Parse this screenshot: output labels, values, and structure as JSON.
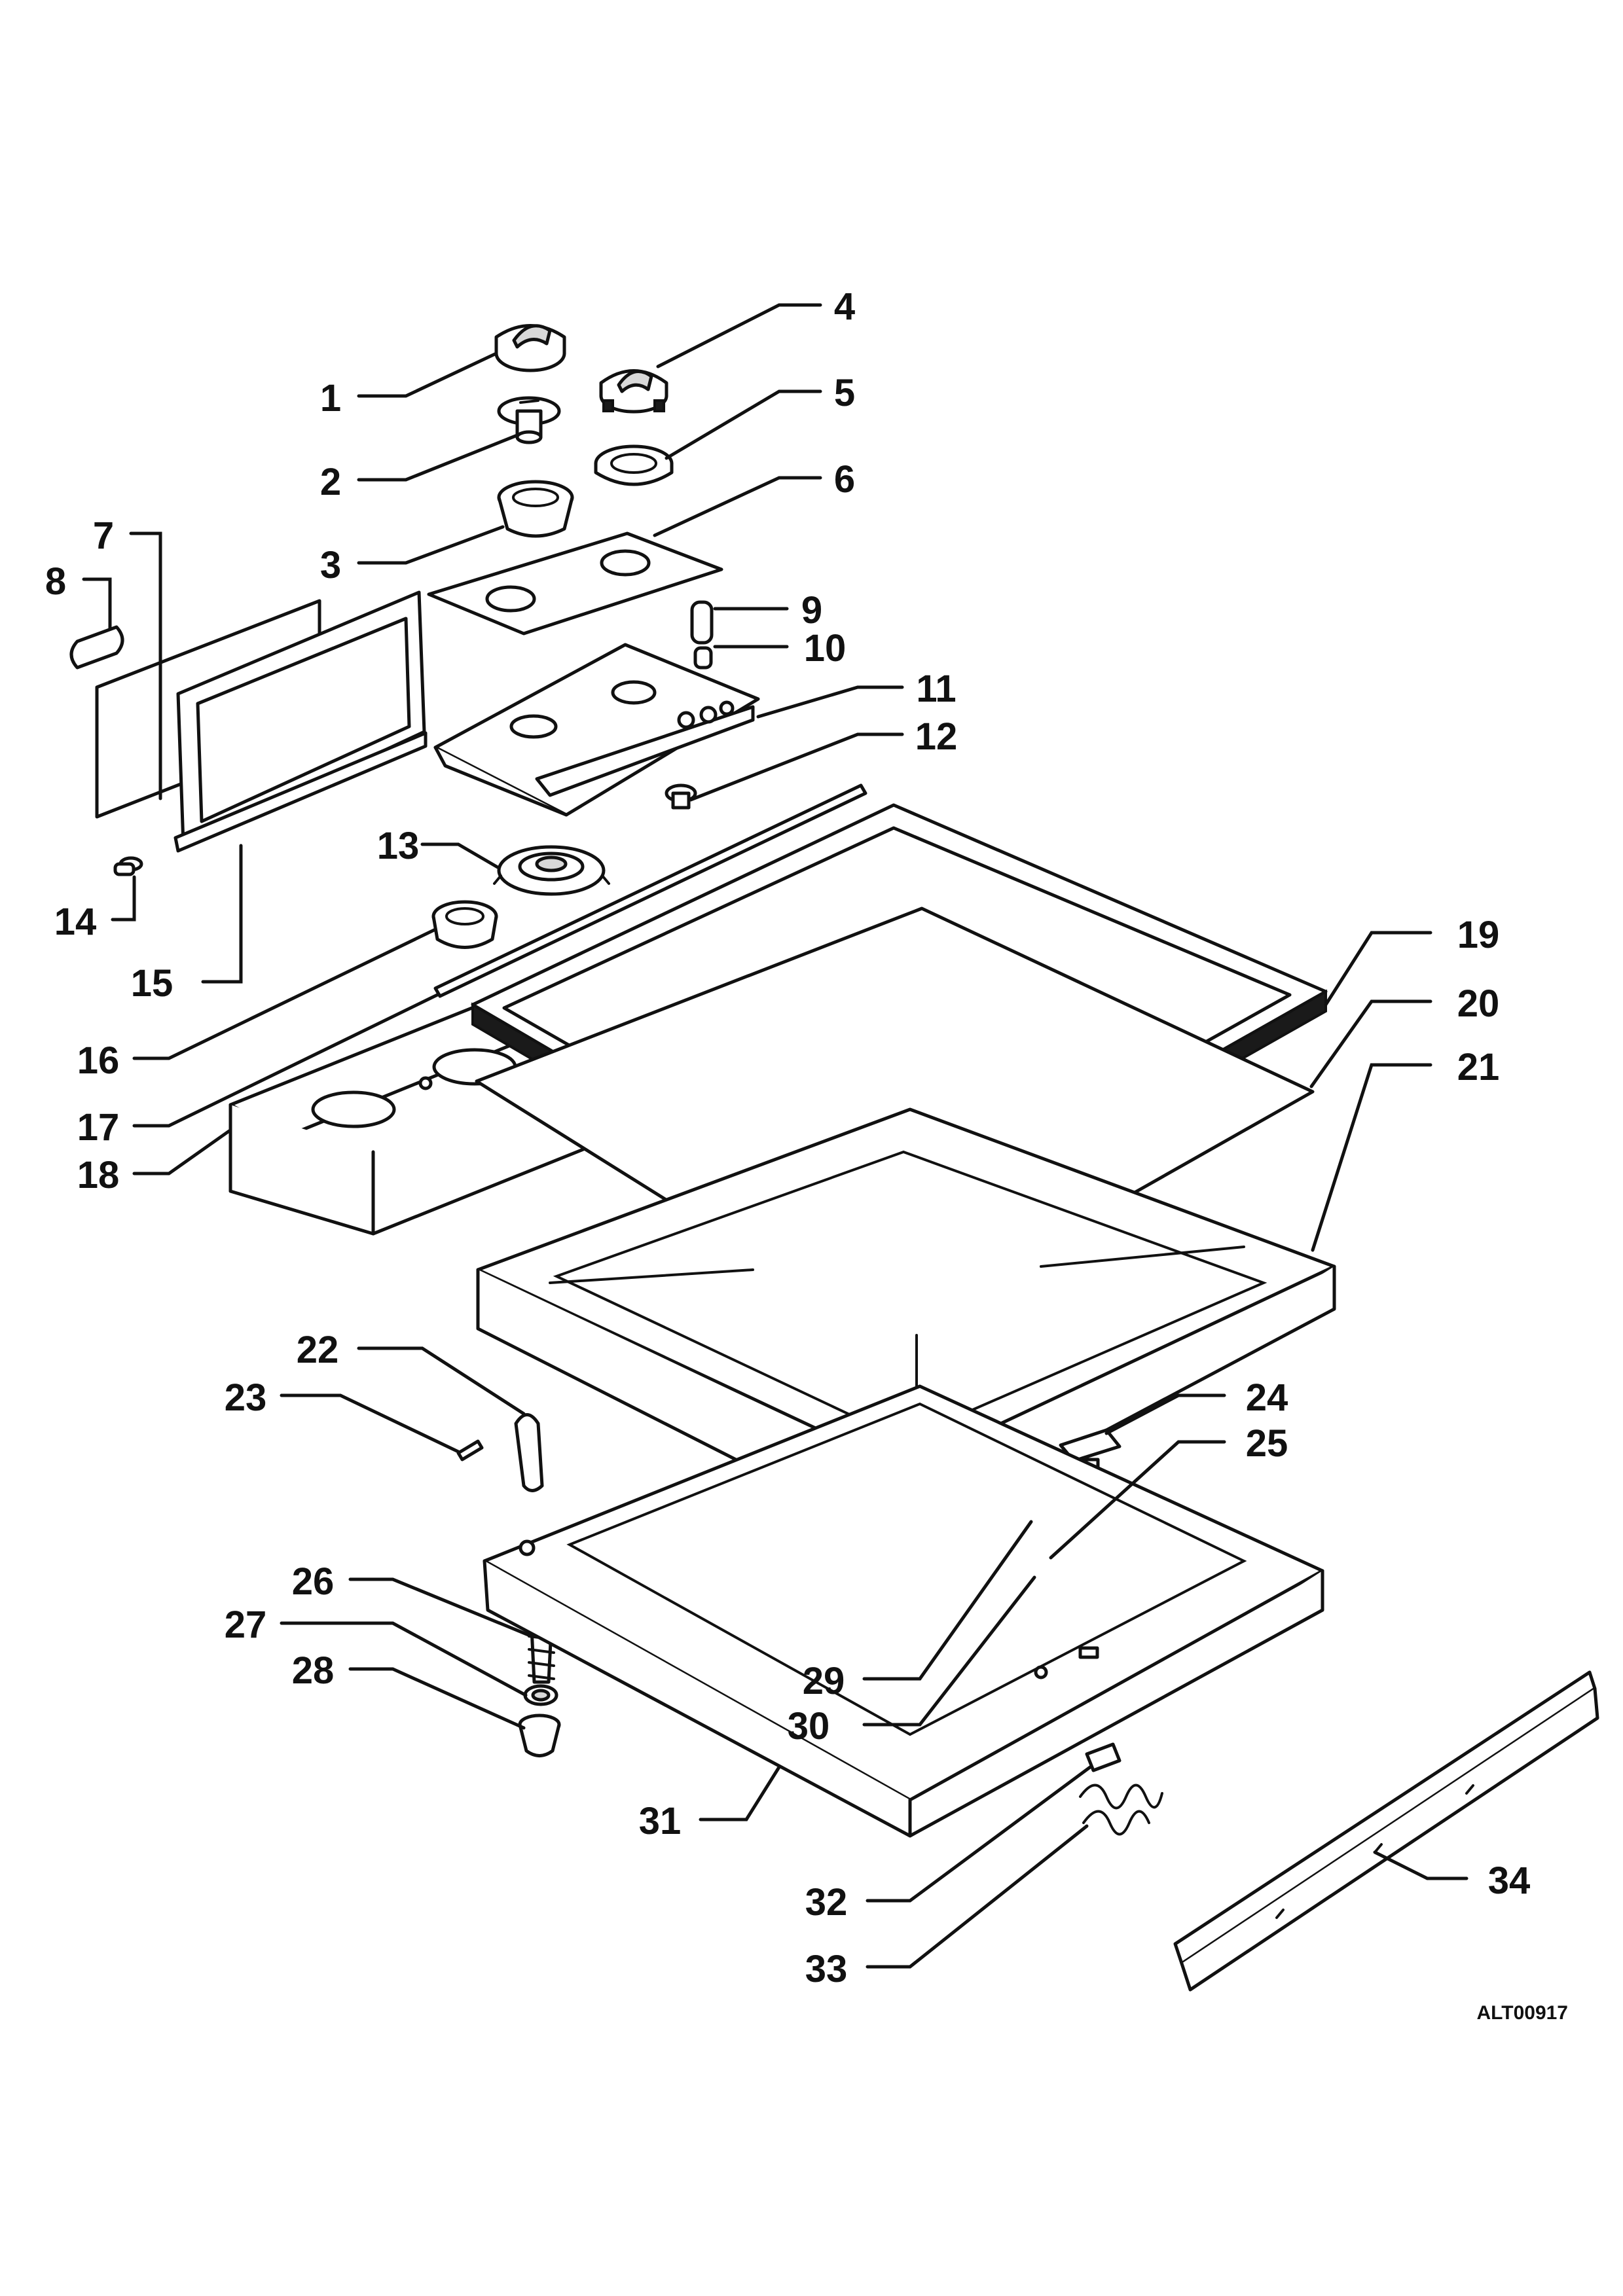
{
  "diagram": {
    "reference_code": "ALT00917",
    "callouts": [
      "1",
      "2",
      "3",
      "4",
      "5",
      "6",
      "7",
      "8",
      "9",
      "10",
      "11",
      "12",
      "13",
      "14",
      "15",
      "16",
      "17",
      "18",
      "19",
      "20",
      "21",
      "22",
      "23",
      "24",
      "25",
      "26",
      "27",
      "28",
      "29",
      "30",
      "31",
      "32",
      "33",
      "34"
    ]
  }
}
